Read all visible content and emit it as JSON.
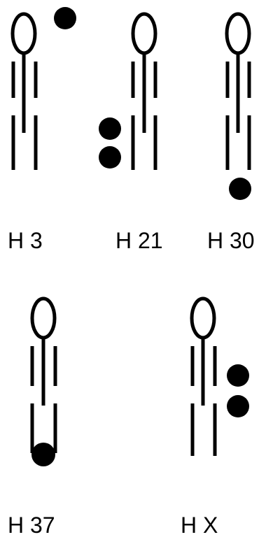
{
  "figures": [
    {
      "label": "H 3"
    },
    {
      "label": "H 21"
    },
    {
      "label": "H 30"
    },
    {
      "label": "H 37"
    },
    {
      "label": "H X"
    }
  ],
  "colors": {
    "ink": "#000000",
    "background": "#ffffff"
  }
}
